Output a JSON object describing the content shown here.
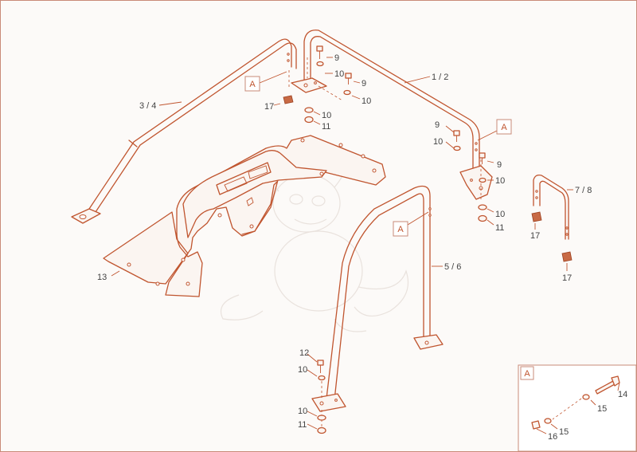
{
  "diagram": {
    "part_labels": {
      "p1_2": "1 / 2",
      "p3_4": "3 / 4",
      "p5_6": "5 / 6",
      "p7_8": "7 / 8",
      "p9": "9",
      "p10": "10",
      "p11": "11",
      "p12": "12",
      "p13": "13",
      "p14": "14",
      "p15": "15",
      "p16": "16",
      "p17": "17"
    },
    "detail_marker": "A"
  },
  "colors": {
    "line": "#c0552f",
    "background": "#fcfaf8",
    "text": "#444444"
  }
}
